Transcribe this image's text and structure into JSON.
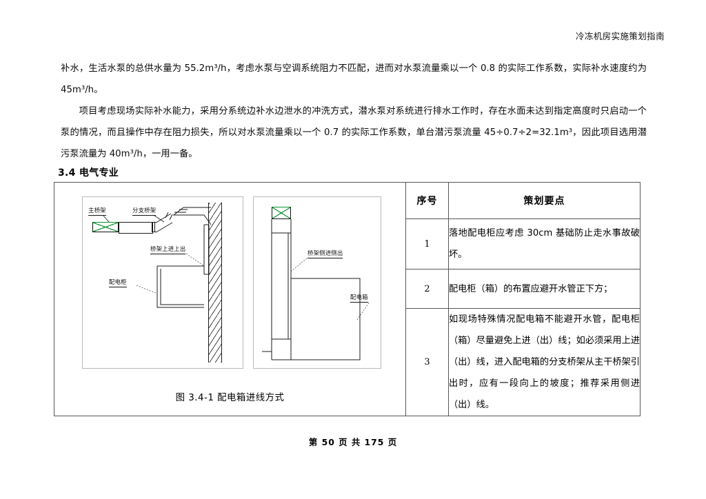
{
  "header": {
    "title": "冷冻机房实施策划指南"
  },
  "body": {
    "paragraph_1": "补水，生活水泵的总供水量为 55.2m³/h，考虑水泵与空调系统阻力不匹配，进而对水泵流量乘以一个 0.8 的实际工作系数，实际补水速度约为 45m³/h。",
    "paragraph_2": "项目考虑现场实际补水能力，采用分系统边补水边泄水的冲洗方式，潜水泵对系统进行排水工作时，存在水面未达到指定高度时只启动一个泵的情况，而且操作中存在阻力损失，所以对水泵流量乘以一个 0.7 的实际工作系数，单台潜污泵流量 45÷0.7÷2=32.1m³，因此项目选用潜污泵流量为 40m³/h，一用一备。"
  },
  "section": {
    "heading": "3.4 电气专业"
  },
  "figure": {
    "caption": "图 3.4-1 配电箱进线方式",
    "left_diagram": {
      "labels": {
        "main_tray": "主桥架",
        "branch_tray": "分支桥架",
        "tray_entry": "桥架上进上出",
        "cabinet": "配电柜"
      }
    },
    "right_diagram": {
      "labels": {
        "tray_entry": "桥架侧进侧出",
        "box": "配电箱"
      }
    },
    "colors": {
      "tray_green": "#0a8f2e",
      "line_black": "#1a1a1a",
      "diagram_border": "#b9b9b9"
    }
  },
  "table": {
    "headers": {
      "no": "序号",
      "point": "策划要点"
    },
    "rows": [
      {
        "no": "1",
        "point": "落地配电柜应考虑 30cm 基础防止走水事故破坏。"
      },
      {
        "no": "2",
        "point": "配电柜（箱）的布置应避开水管正下方；"
      },
      {
        "no": "3",
        "point": "如现场特殊情况配电箱不能避开水管，配电柜（箱）尽量避免上进（出）线；如必须采用上进（出）线，进入配电箱的分支桥架从主干桥架引出时，应有一段向上的坡度；推荐采用侧进（出）线。"
      }
    ]
  },
  "footer": {
    "text": "第 50 页 共 175 页"
  }
}
